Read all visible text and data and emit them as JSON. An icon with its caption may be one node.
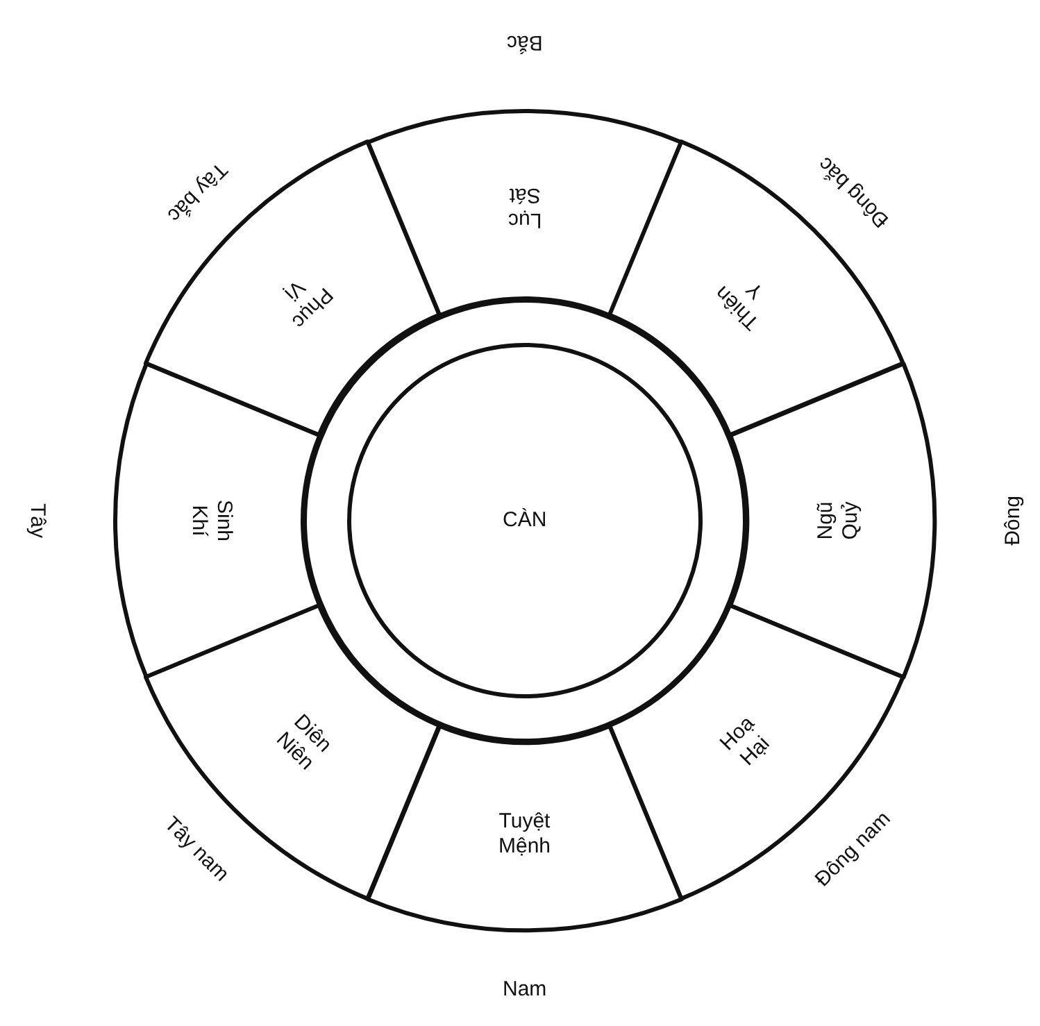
{
  "diagram": {
    "nodes": [
      {
        "text": [],
        "shape": "circle"
      },
      {
        "text": [
          "CÀN"
        ],
        "in": 0
      },
      {
        "text": [
          "Lục Sát"
        ]
      },
      {
        "text": [
          "Phục Vị"
        ]
      },
      {
        "text": [
          "Thiên Y"
        ]
      },
      {
        "text": [
          "Sinh Khí"
        ]
      },
      {
        "text": [
          "Ngũ Quỷ"
        ]
      },
      {
        "text": [
          "Diên Niên"
        ]
      },
      {
        "text": [
          "Hoạ Hại"
        ]
      },
      {
        "text": [
          "Tuyệt Mệnh"
        ]
      }
    ],
    "labels": [
      "Bắc",
      "Tây bắc",
      "Đông bắc",
      "Tây",
      "Đông",
      "Tây nam",
      "Đông nam",
      "Nam"
    ]
  }
}
